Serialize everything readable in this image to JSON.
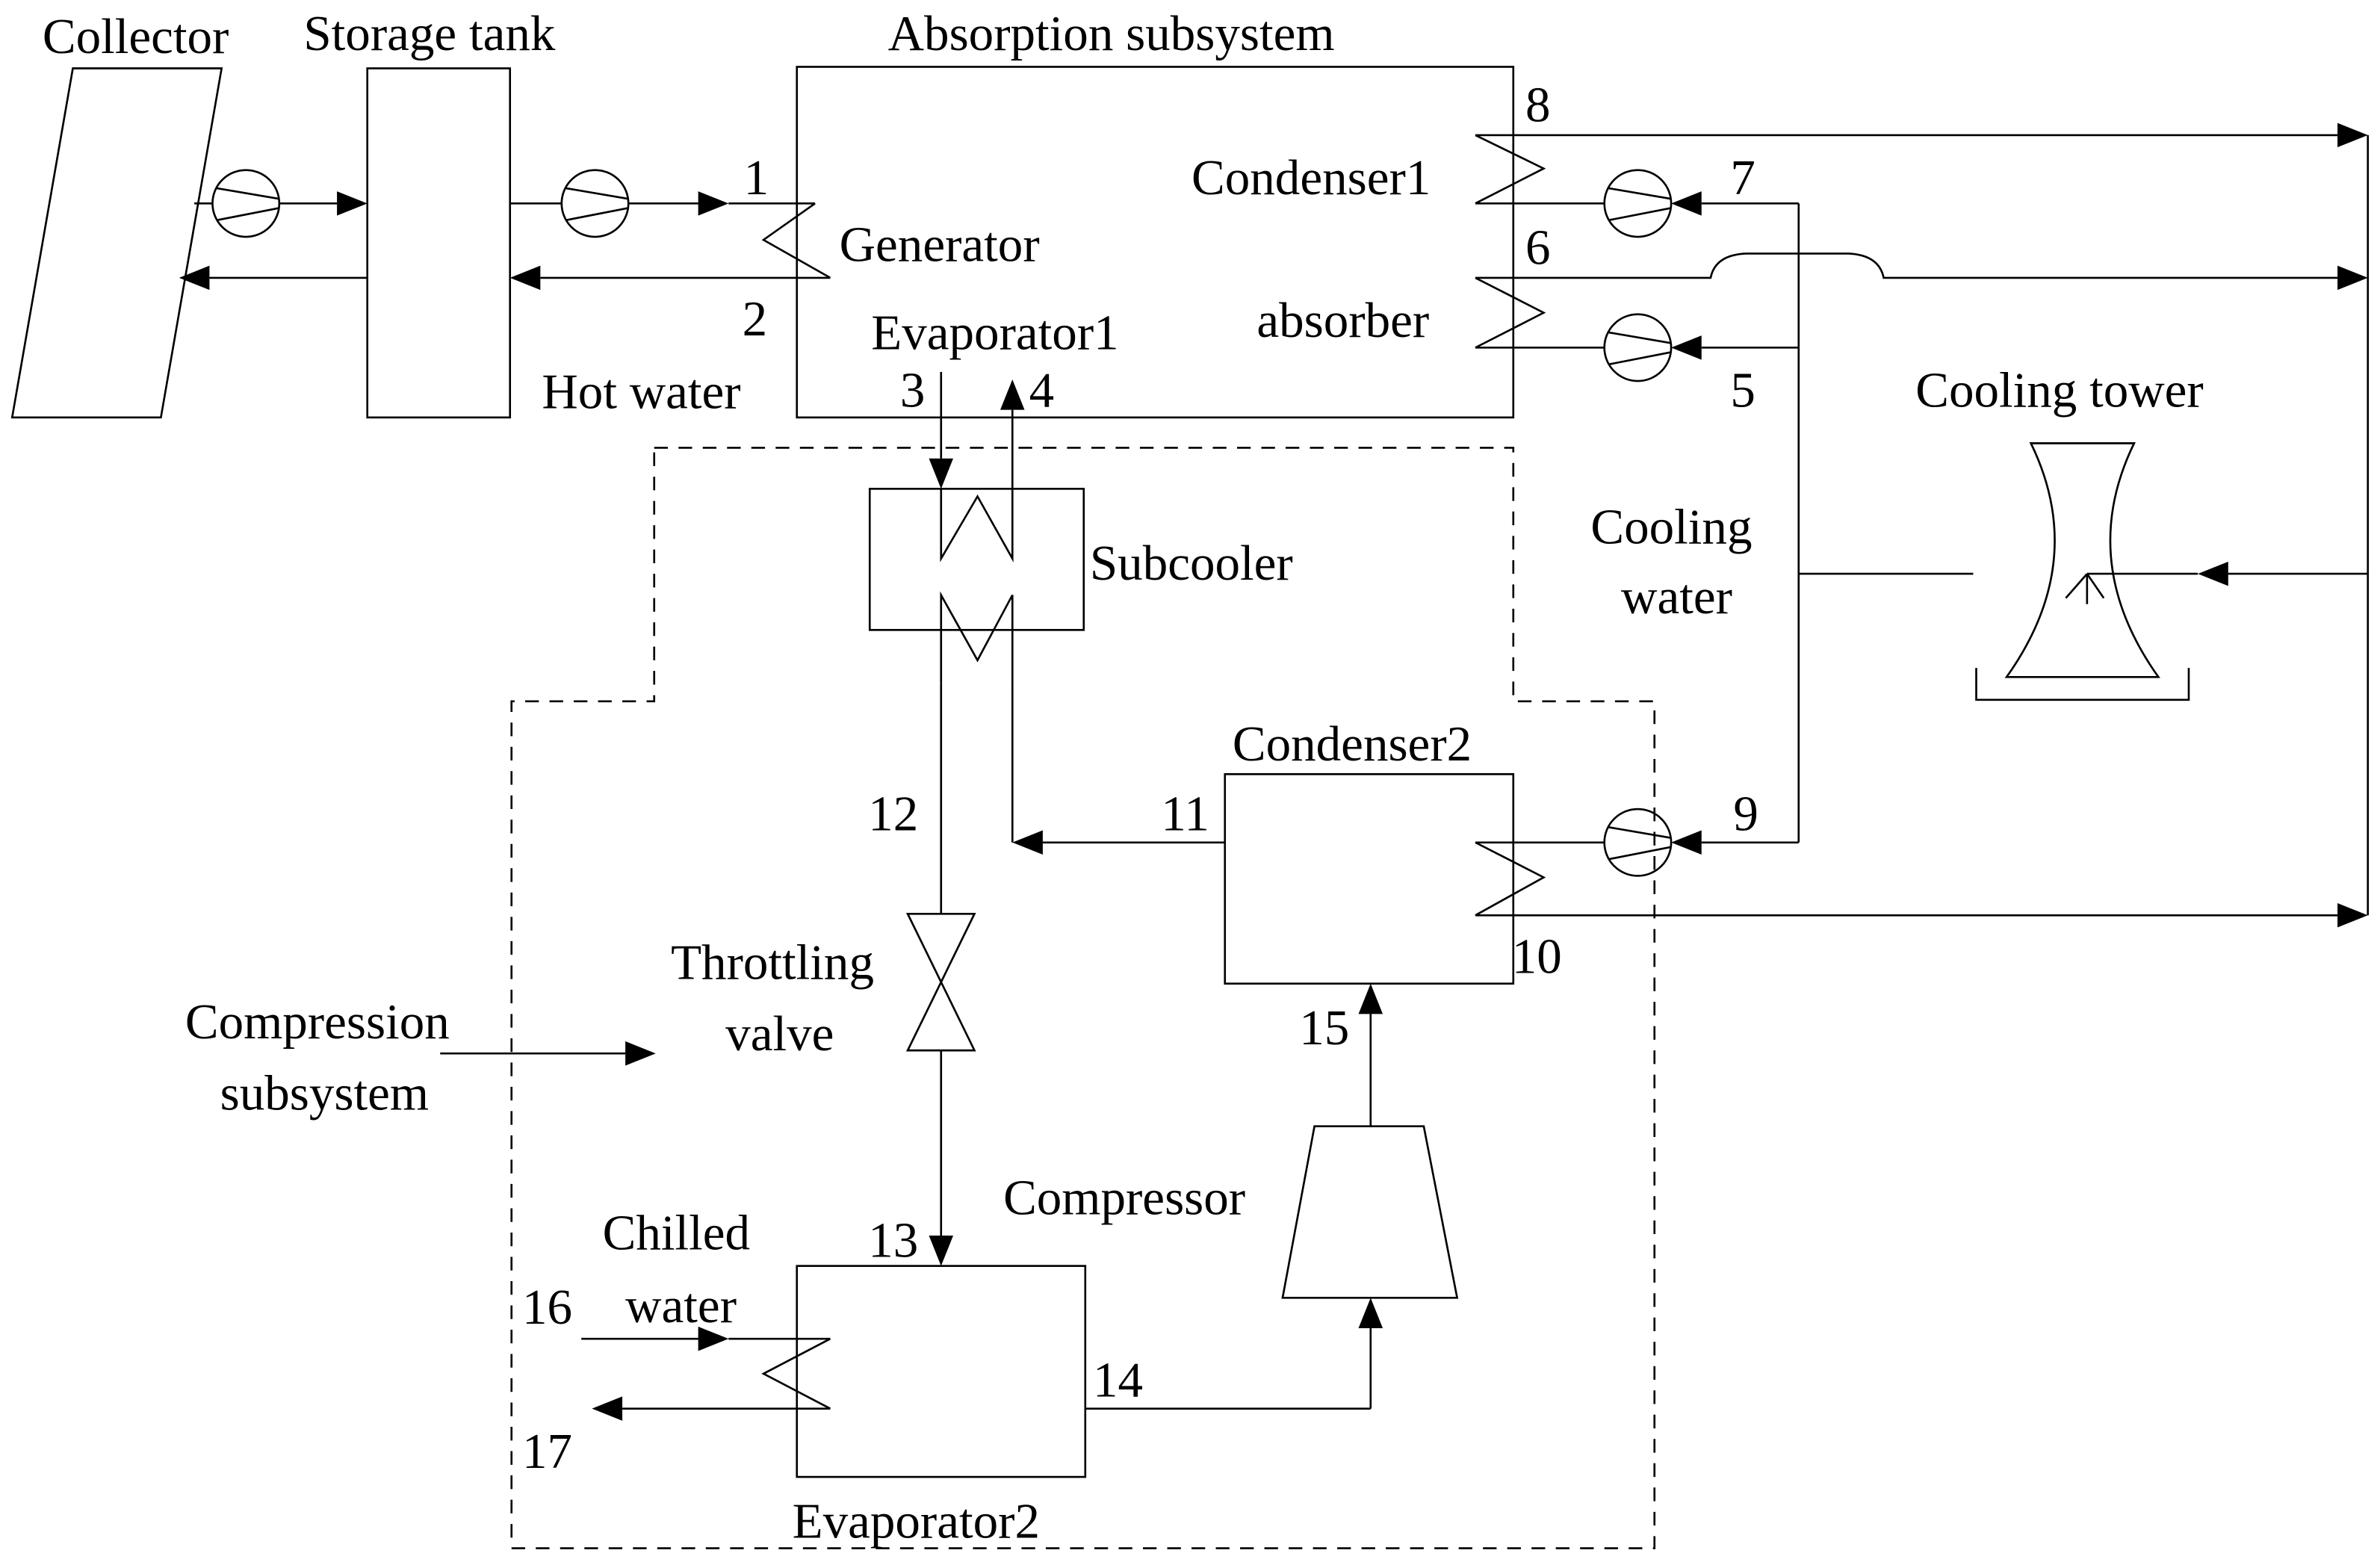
{
  "components": {
    "collector": "Collector",
    "storage_tank": "Storage tank",
    "absorption_subsystem": "Absorption subsystem",
    "generator": "Generator",
    "evaporator1": "Evaporator1",
    "condenser1": "Condenser1",
    "absorber": "absorber",
    "hot_water": "Hot water",
    "cooling_tower": "Cooling tower",
    "cooling_water": [
      "Cooling",
      "water"
    ],
    "subcooler": "Subcooler",
    "condenser2": "Condenser2",
    "throttling_valve": [
      "Throttling",
      "valve"
    ],
    "compression_subsystem": [
      "Compression",
      "subsystem"
    ],
    "compressor": "Compressor",
    "chilled_water": [
      "Chilled",
      "water"
    ],
    "evaporator2": "Evaporator2"
  },
  "state_points": [
    "1",
    "2",
    "3",
    "4",
    "5",
    "6",
    "7",
    "8",
    "9",
    "10",
    "11",
    "12",
    "13",
    "14",
    "15",
    "16",
    "17"
  ]
}
